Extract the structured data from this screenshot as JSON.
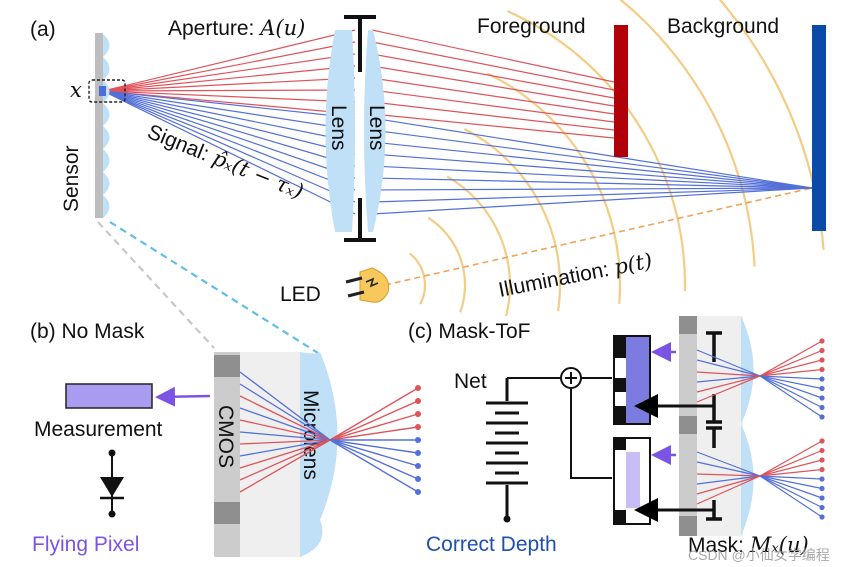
{
  "panels": {
    "a": "(a)",
    "b": "(b) No Mask",
    "c": "(c) Mask-ToF"
  },
  "labels": {
    "aperture_text": "Aperture: ",
    "aperture_math": "A(u)",
    "foreground": "Foreground",
    "background": "Background",
    "sensor": "Sensor",
    "x": "x",
    "lens": "Lens",
    "signal_text": "Signal: ",
    "signal_math": "p̂ₓ(t − τₓ)",
    "led": "LED",
    "illumination_text": "Illumination: ",
    "illumination_math": "p(t)",
    "measurement": "Measurement",
    "cmos": "CMOS",
    "microlens": "Microlens",
    "flying_pixel": "Flying Pixel",
    "net": "Net",
    "correct_depth": "Correct Depth",
    "mask_text": "Mask: ",
    "mask_math": "Mₓ(u)"
  },
  "watermark": "CSDN @小仙女学编程",
  "colors": {
    "red_ray": "#e0535a",
    "blue_ray": "#5470d8",
    "lens_fill": "#bfe0f7",
    "foreground_bar": "#b0000a",
    "background_bar": "#0a4aa8",
    "wave": "#f3cd85",
    "illum_dash": "#f0a45a",
    "purple_arrow": "#7b54e6",
    "measurement_fill": "#a99bef",
    "flying_pixel": "#7b54e6",
    "correct_depth": "#1f4fb0"
  }
}
